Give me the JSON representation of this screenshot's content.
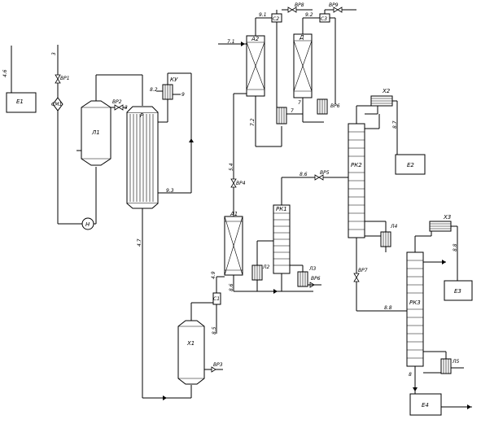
{
  "equipment": {
    "E1": "Е1",
    "E2": "Е2",
    "E3": "Е3",
    "E4": "Е4",
    "SM1": "СМ1",
    "L1": "Л1",
    "N": "Н",
    "R": "Р",
    "KU": "КУ",
    "A1": "А1",
    "A2": "А2",
    "D": "Д",
    "C2": "С2",
    "C3": "С3",
    "RK1": "РК1",
    "RK2": "РК2",
    "RK3": "РК3",
    "L2": "Л2",
    "L3": "Л3",
    "L4": "Л4",
    "L5": "Л5",
    "X1": "Х1",
    "X2": "Х2",
    "X3": "Х3",
    "C1": "С1"
  },
  "valves": {
    "VR1": "ВР1",
    "VR2": "ВР2",
    "VR3": "ВР3",
    "VR4": "ВР4",
    "VR5": "ВР5",
    "VR6": "ВР6",
    "VR7": "ВР7",
    "VR8": "ВР8",
    "VR9": "ВР9"
  },
  "streams": {
    "s46": "4.6",
    "s3": "3",
    "s82": "8.2",
    "s9": "9",
    "s93": "9.3",
    "s3b": "3",
    "s71": "7.1",
    "s91": "9.1",
    "s72": "7.2",
    "s54": "5.4",
    "s49": "4.9",
    "s86": "8.6",
    "s85": "8.5",
    "s47": "4.7",
    "s87": "8.7",
    "s88": "8.8",
    "s88b": "8.8",
    "s7": "7",
    "s8": "8",
    "s92": "9.2",
    "s7b": "7"
  }
}
